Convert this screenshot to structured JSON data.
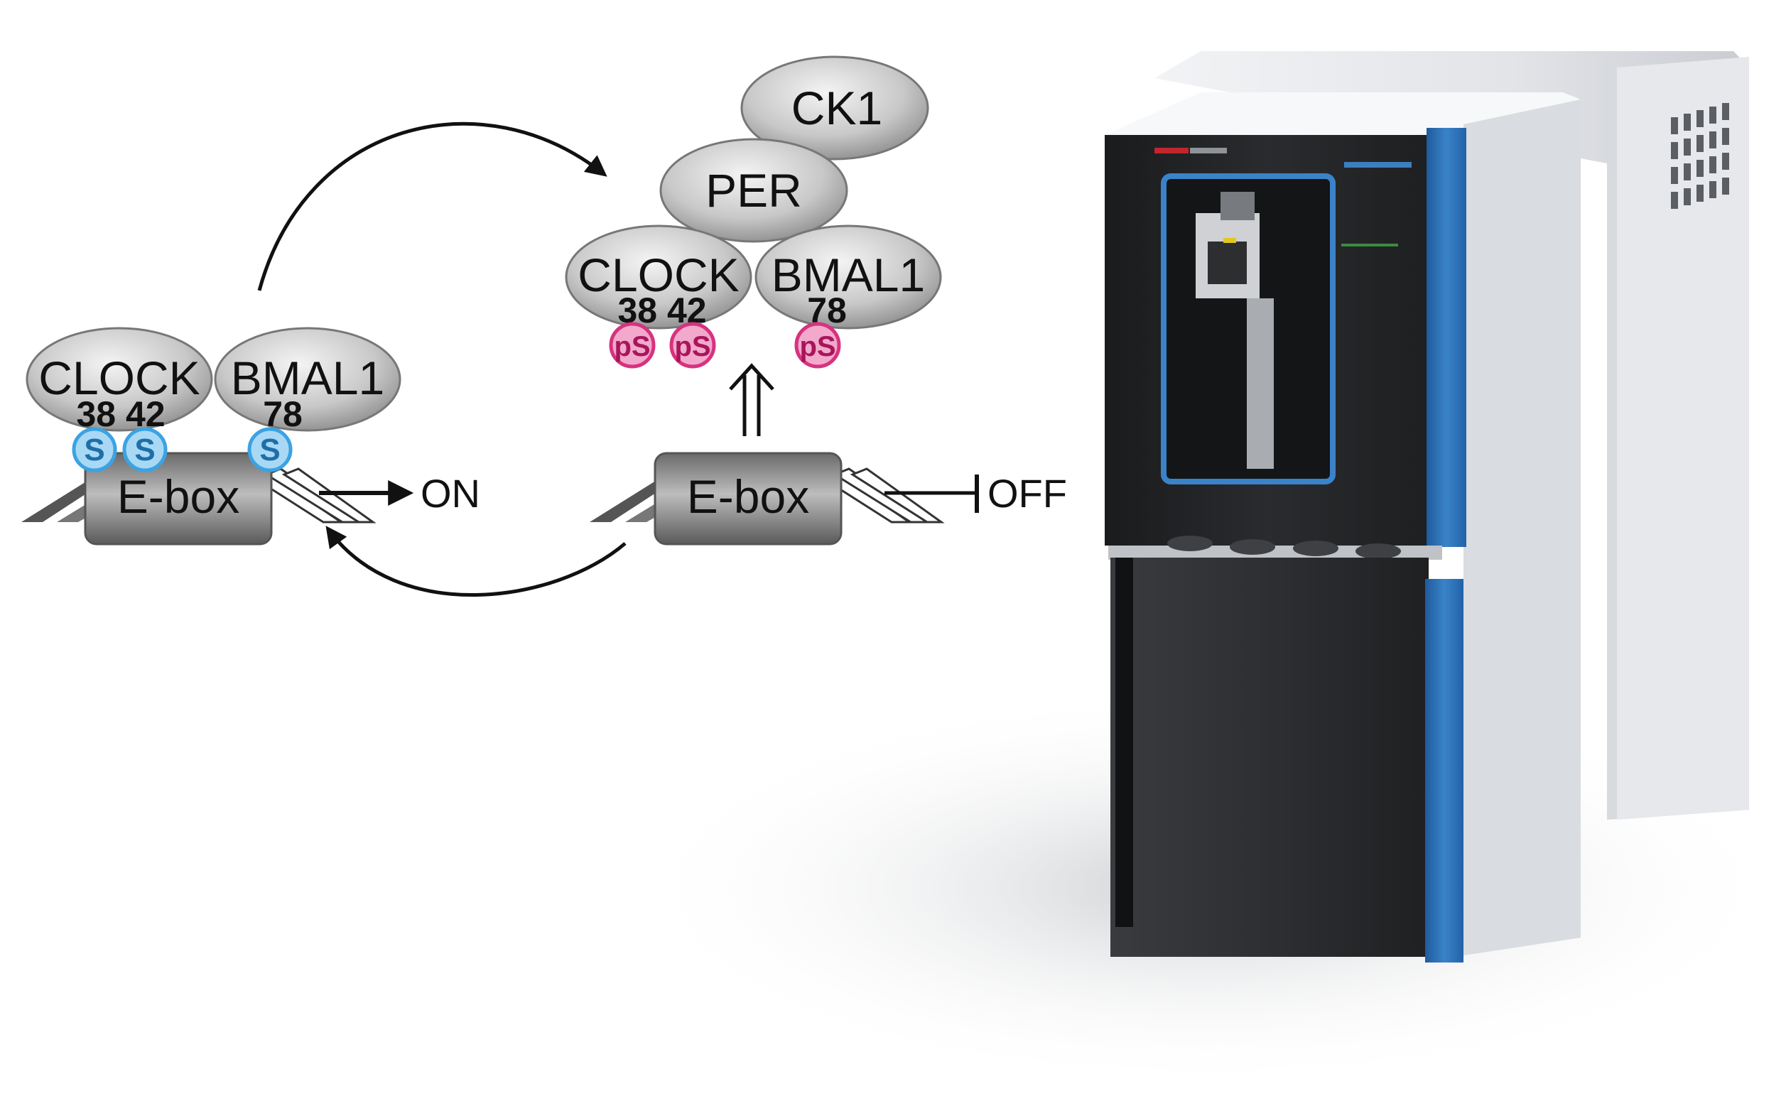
{
  "diagram": {
    "left_complex": {
      "clock_label": "CLOCK",
      "clock_sites": "38 42",
      "bmal1_label": "BMAL1",
      "bmal1_site": "78",
      "site_marker": "S",
      "ebox_label": "E-box",
      "state_label": "ON"
    },
    "right_complex": {
      "ck1_label": "CK1",
      "per_label": "PER",
      "clock_label": "CLOCK",
      "clock_sites": "38 42",
      "bmal1_label": "BMAL1",
      "bmal1_site": "78",
      "site_marker": "pS",
      "ebox_label": "E-box",
      "state_label": "OFF"
    },
    "colors": {
      "unphospho": "#3aa3e3",
      "phospho": "#d6337f",
      "instrument_accent": "#2f6fb3"
    }
  }
}
